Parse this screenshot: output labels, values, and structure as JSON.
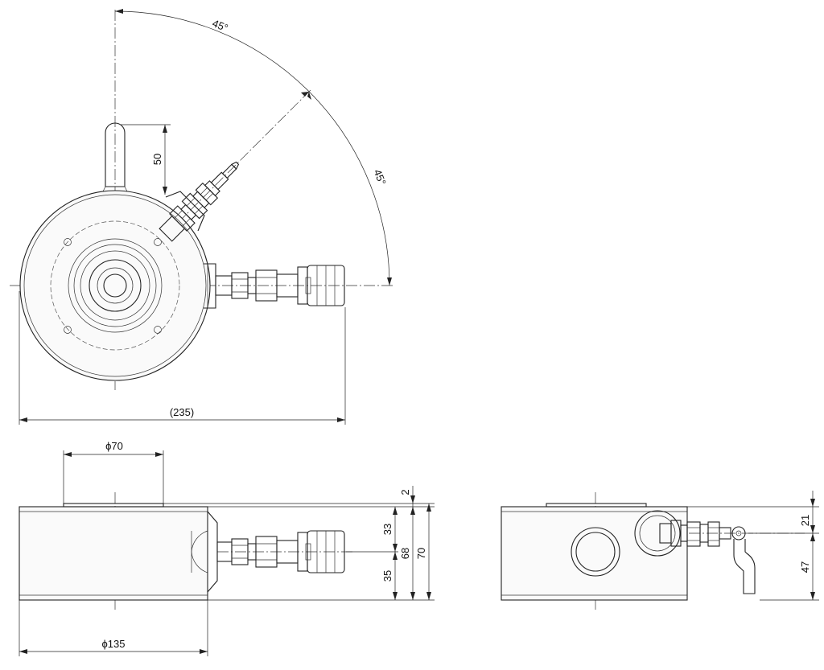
{
  "dimensions": {
    "angle_upper": "45°",
    "angle_lower": "45°",
    "handle_height": "50",
    "overall_width": "(235)",
    "top_diameter": "ϕ70",
    "body_diameter": "ϕ135",
    "top_step": "2",
    "port_upper": "33",
    "port_lower": "35",
    "port_total": "68",
    "body_height": "70",
    "side_upper": "21",
    "side_lower": "47"
  }
}
